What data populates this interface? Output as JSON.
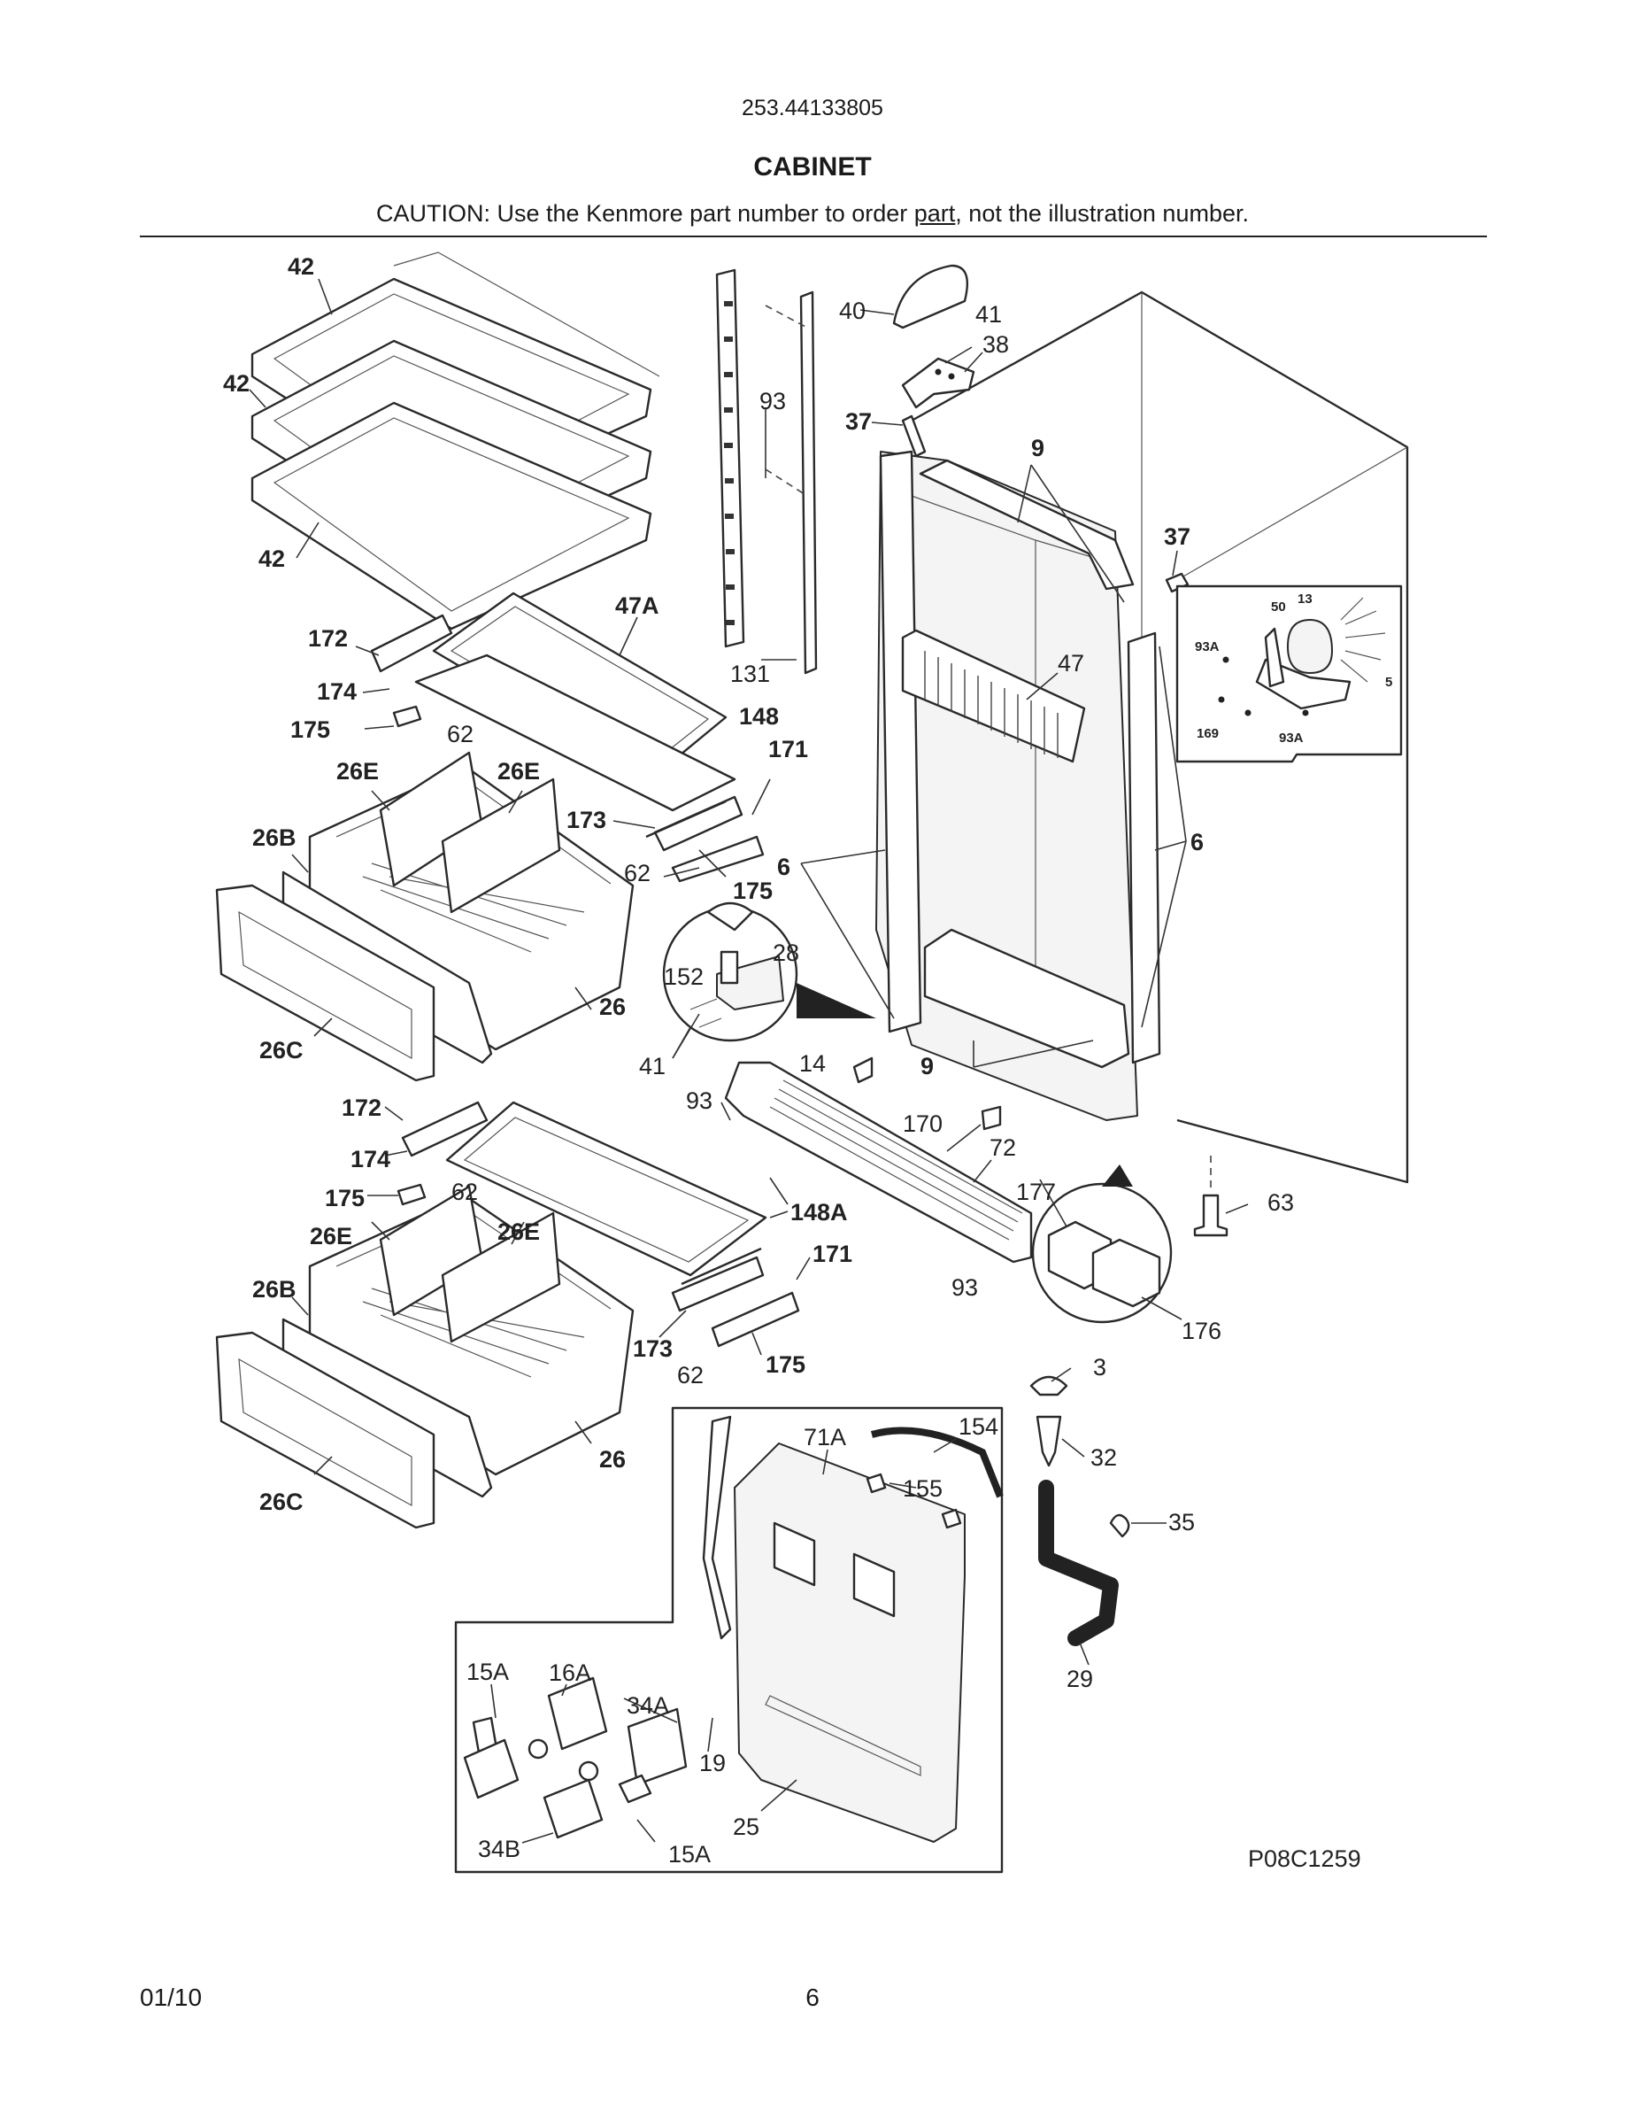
{
  "header": {
    "model_number": "253.44133805",
    "section_title": "CABINET",
    "caution_prefix": "CAUTION: Use the Kenmore part number to order ",
    "caution_underlined": "part",
    "caution_suffix": ", not the illustration number."
  },
  "diagram": {
    "drawing_number": "P08C1259",
    "callouts": [
      "42",
      "42",
      "42",
      "172",
      "174",
      "175",
      "62",
      "47A",
      "148",
      "171",
      "173",
      "62",
      "175",
      "26E",
      "26E",
      "26B",
      "26",
      "26C",
      "152",
      "28",
      "41",
      "14",
      "93",
      "170",
      "72",
      "9",
      "9",
      "37",
      "37",
      "40",
      "41",
      "38",
      "93",
      "131",
      "47",
      "6",
      "6",
      "172",
      "174",
      "175",
      "62",
      "148A",
      "171",
      "173",
      "62",
      "175",
      "26E",
      "26E",
      "26B",
      "26",
      "26C",
      "177",
      "176",
      "93",
      "63",
      "3",
      "32",
      "35",
      "29",
      "71A",
      "154",
      "155",
      "15A",
      "16A",
      "34A",
      "19",
      "25",
      "34B",
      "15A"
    ],
    "fan_callouts": [
      "50",
      "13",
      "93A",
      "5",
      "169",
      "93A"
    ]
  },
  "footer": {
    "date": "01/10",
    "page": "6"
  }
}
